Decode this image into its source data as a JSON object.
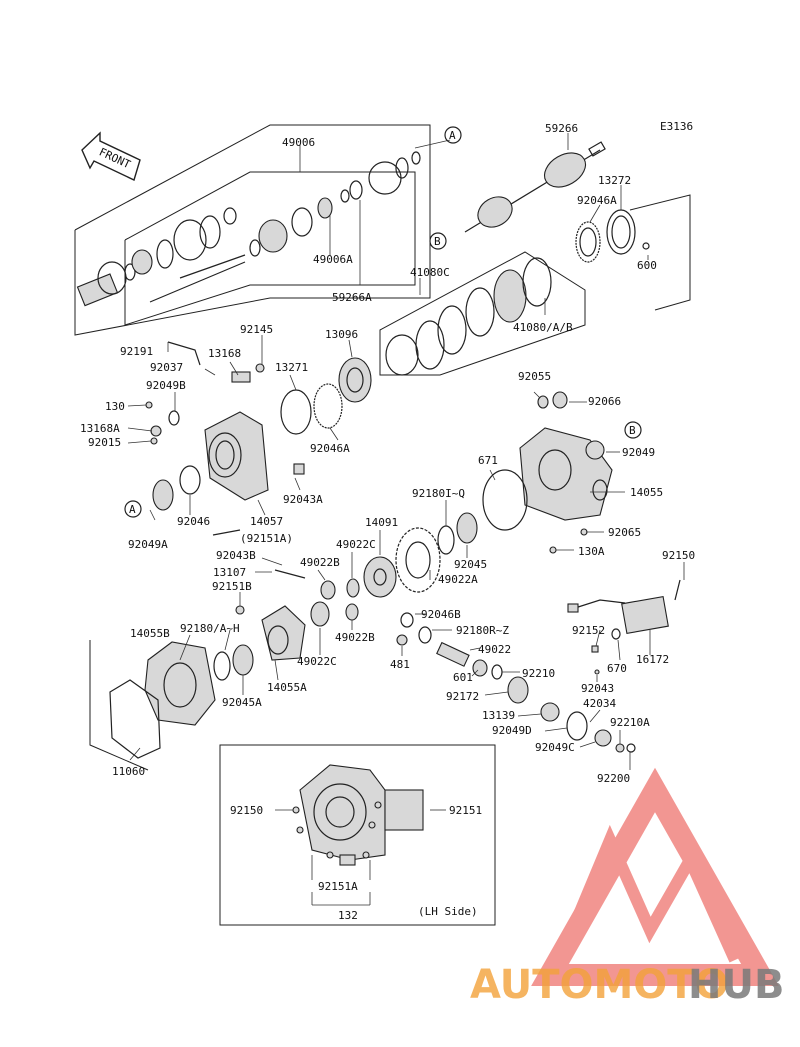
{
  "diagram_code": "E3136",
  "front_label": "FRONT",
  "lh_side_label": "(LH Side)",
  "callouts": {
    "a": "A",
    "b": "B"
  },
  "part_numbers": {
    "p49006": "49006",
    "p59266": "59266",
    "p13272": "13272",
    "p92046A": "92046A",
    "p600": "600",
    "p49006A": "49006A",
    "p59266A": "59266A",
    "p41080C": "41080C",
    "p41080AB": "41080/A/B",
    "p92191": "92191",
    "p92145": "92145",
    "p13096": "13096",
    "p13168": "13168",
    "p13271": "13271",
    "p92037": "92037",
    "p92049B": "92049B",
    "p130": "130",
    "p13168A": "13168A",
    "p92015": "92015",
    "p92046A_2": "92046A",
    "p92055": "92055",
    "p92066": "92066",
    "p92049": "92049",
    "p671": "671",
    "p14055": "14055",
    "p92043A": "92043A",
    "p92046": "92046",
    "p14057": "14057",
    "p92049A": "92049A",
    "p92151A_paren": "(92151A)",
    "p92180IQ": "92180I~Q",
    "p14091": "14091",
    "p92065": "92065",
    "p92045": "92045",
    "p49022A": "49022A",
    "p130A": "130A",
    "p92043B": "92043B",
    "p49022C": "49022C",
    "p13107": "13107",
    "p49022B": "49022B",
    "p92150": "92150",
    "p92151B": "92151B",
    "p92180AH": "92180/A~H",
    "p14055B": "14055B",
    "p92046B": "92046B",
    "p92180RZ": "92180R~Z",
    "p92152": "92152",
    "p49022": "49022",
    "p481": "481",
    "p670": "670",
    "p16172": "16172",
    "p49022C_2": "49022C",
    "p49022B_2": "49022B",
    "p601": "601",
    "p92210": "92210",
    "p14055A": "14055A",
    "p92045A": "92045A",
    "p92043": "92043",
    "p92172": "92172",
    "p42034": "42034",
    "p13139": "13139",
    "p92210A": "92210A",
    "p92049D": "92049D",
    "p92049C": "92049C",
    "p11060": "11060",
    "p92200": "92200",
    "p92150_box": "92150",
    "p92151_box": "92151",
    "p92151A_box": "92151A",
    "p132": "132"
  },
  "watermark": {
    "part1": "AUTOMOTO",
    "part2": "HUB"
  },
  "colors": {
    "line": "#222222",
    "watermark_red": "#e8423a",
    "watermark_orange": "#f3a23a",
    "watermark_gray": "#7a7a7a"
  }
}
